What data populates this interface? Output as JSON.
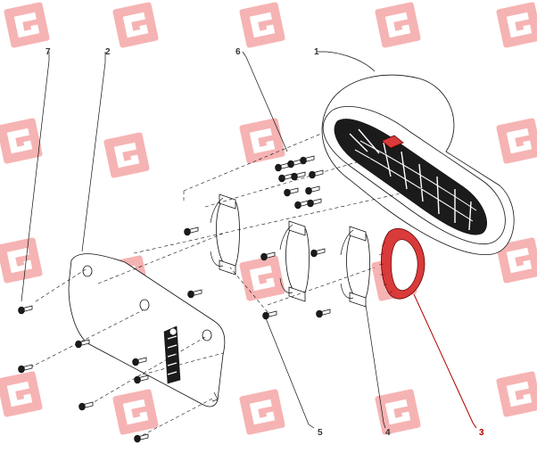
{
  "diagram": {
    "callouts": [
      {
        "id": "1",
        "label": "1",
        "highlighted": false
      },
      {
        "id": "2",
        "label": "2",
        "highlighted": false
      },
      {
        "id": "3",
        "label": "3",
        "highlighted": true
      },
      {
        "id": "4",
        "label": "4",
        "highlighted": false
      },
      {
        "id": "5",
        "label": "5",
        "highlighted": false
      },
      {
        "id": "6",
        "label": "6",
        "highlighted": false
      },
      {
        "id": "7",
        "label": "7",
        "highlighted": false
      }
    ],
    "colors": {
      "highlight": "#d93a3a",
      "highlight_text": "#b00000",
      "watermark": "#f6b3b3",
      "linework": "#111111"
    },
    "watermark_logo": "G"
  }
}
